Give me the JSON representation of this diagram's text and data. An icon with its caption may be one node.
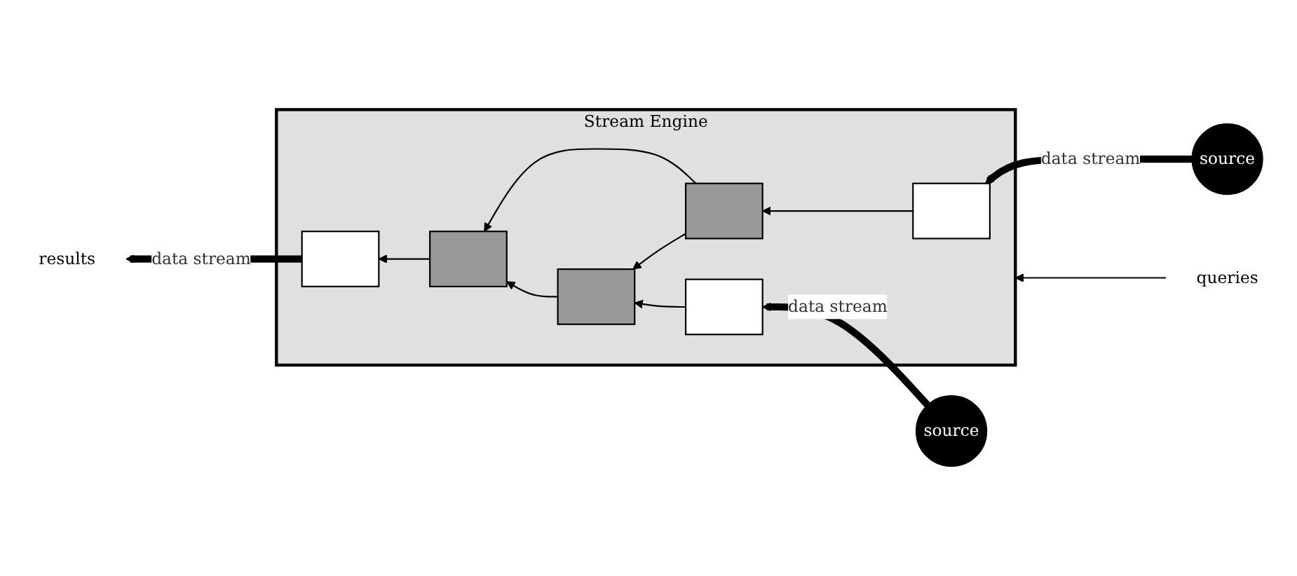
{
  "diagram": {
    "nodes": [
      {
        "text": [
          "Stream Engine"
        ]
      },
      {
        "text": [],
        "shape": "box",
        "in": 0
      },
      {
        "text": [],
        "shape": "box",
        "in": 0
      },
      {
        "text": [],
        "shape": "box",
        "in": 0
      },
      {
        "text": [],
        "shape": "box",
        "in": 0
      },
      {
        "text": [],
        "shape": "box",
        "in": 0
      },
      {
        "text": [],
        "shape": "box",
        "in": 0
      },
      {
        "text": [
          "source"
        ]
      },
      {
        "text": [
          "source"
        ]
      },
      {
        "text": [
          "queries"
        ]
      },
      {
        "text": [
          "results"
        ]
      }
    ],
    "edges": [
      {
        "from": 9,
        "to": 0,
        "arrow": "to"
      },
      {
        "from": 7,
        "to": 1,
        "arrow": "to",
        "label": "data stream",
        "style": "thick"
      },
      {
        "from": 8,
        "to": 2,
        "arrow": "to",
        "label": "data stream",
        "style": "thick"
      },
      {
        "from": 1,
        "to": 5,
        "arrow": "to"
      },
      {
        "from": 5,
        "to": 4,
        "arrow": "to"
      },
      {
        "from": 5,
        "to": 6,
        "arrow": "to"
      },
      {
        "from": 6,
        "to": 4,
        "arrow": "to"
      },
      {
        "from": 2,
        "to": 6,
        "arrow": "to"
      },
      {
        "from": 4,
        "to": 3,
        "arrow": "to"
      },
      {
        "from": 3,
        "to": 10,
        "arrow": "to",
        "label": "data stream",
        "style": "thick"
      }
    ]
  }
}
